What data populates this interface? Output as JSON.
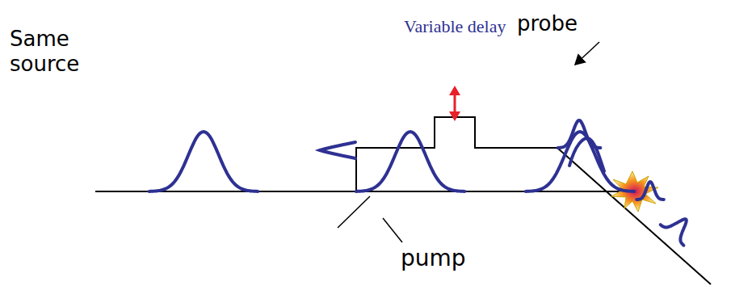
{
  "diagram": {
    "labels": [
      "Variable delay",
      "probe",
      "Same source",
      "pump"
    ]
  }
}
